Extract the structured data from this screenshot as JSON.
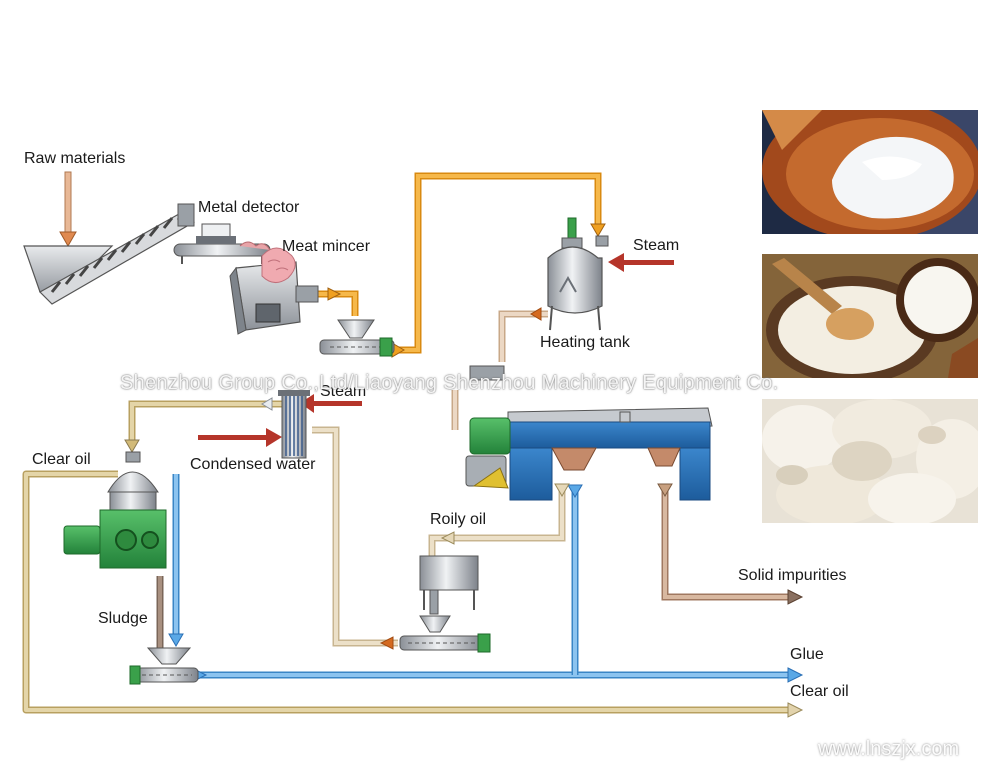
{
  "labels": {
    "raw_materials": "Raw materials",
    "metal_detector": "Metal detector",
    "meat_mincer": "Meat mincer",
    "steam_top": "Steam",
    "heating_tank": "Heating tank",
    "steam_mid": "Steam",
    "condensed_water": "Condensed water",
    "clear_oil_left": "Clear oil",
    "roily_oil": "Roily oil",
    "solid_impurities": "Solid impurities",
    "sludge": "Sludge",
    "glue": "Glue",
    "clear_oil_right": "Clear oil"
  },
  "watermark": "Shenzhou Group Co.,Ltd/Liaoyang Shenzhou Machinery Equipment Co.",
  "website": "www.lnszjx.com",
  "colors": {
    "orange_pipe": "#f0a020",
    "tan_pipe": "#e2c89a",
    "olive_pipe": "#d2ba78",
    "blue_pipe": "#5aa8e6",
    "steam_arrow": "#b5352a",
    "brown_pipe": "#c8a080",
    "decanter_blue": "#2a6fb5",
    "motor_green": "#3aa04a"
  },
  "photos": [
    "fat-spoon-photo",
    "coconut-cream-photo",
    "lard-photo"
  ]
}
